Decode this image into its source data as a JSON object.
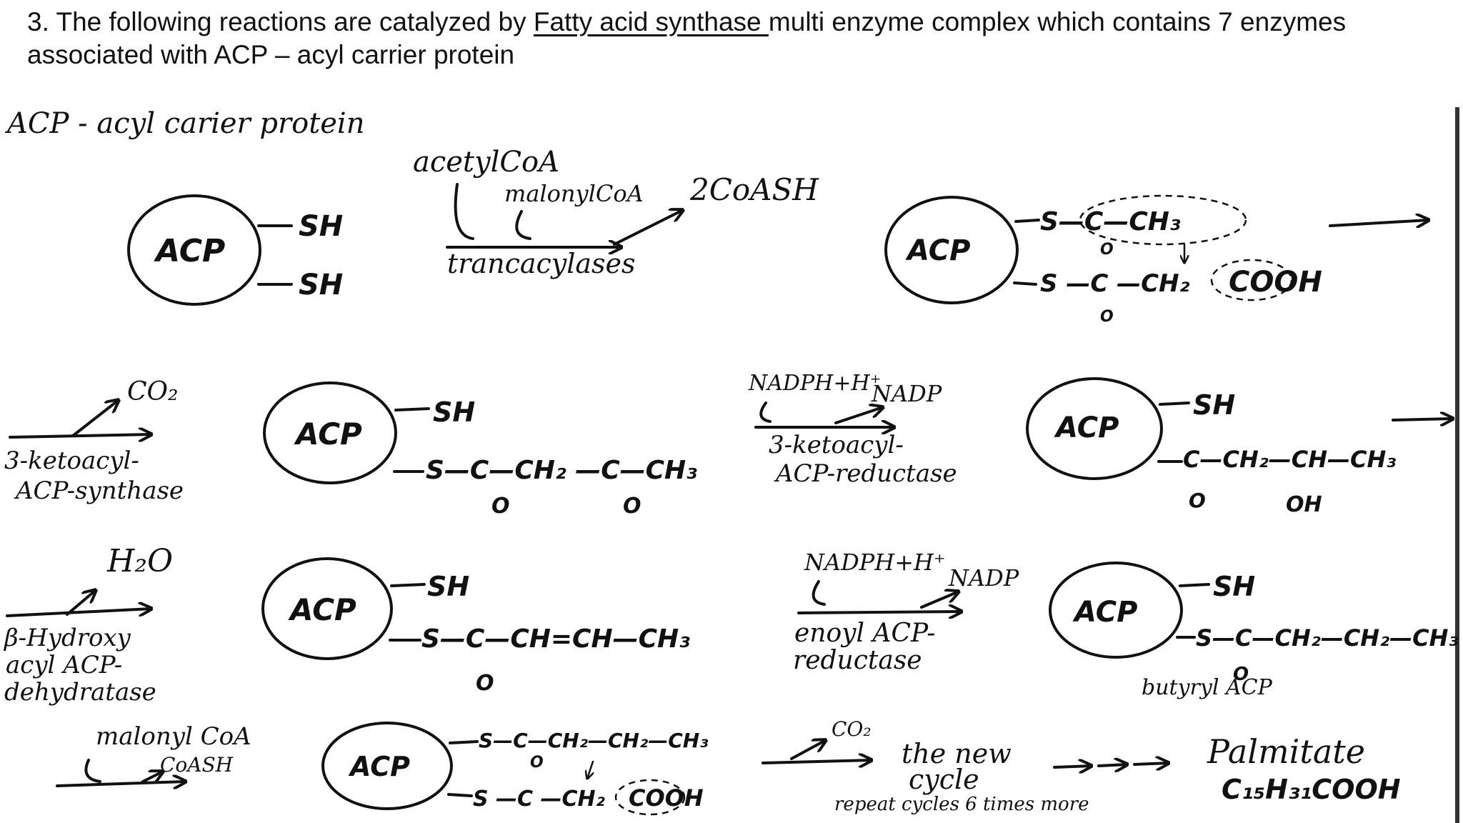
{
  "heading": {
    "prefix": "3. The following reactions are catalyzed by ",
    "link": "Fatty acid synthase ",
    "suffix": "multi enzyme complex which contains 7 enzymes",
    "line2": "associated with ACP – acyl carrier protein"
  },
  "notes": {
    "acp_title": "ACP - acyl carier protein",
    "acp": "ACP",
    "sh": "SH",
    "o": "O"
  },
  "step1": {
    "acetyl": "acetylCoA",
    "malonyl": "malonylCoA",
    "coash": "2CoASH",
    "enzyme": "trancacylases",
    "upper": "S—C—CH₃",
    "lower": "S —C —CH₂",
    "cooh": "COOH"
  },
  "step2": {
    "co2": "CO₂",
    "enzyme_line1": "3-ketoacyl-",
    "enzyme_line2": "ACP-synthase",
    "chain": "S—C—CH₂ —C—CH₃"
  },
  "step3": {
    "nadph": "NADPH+H⁺",
    "nadp": "NADP",
    "enzyme_line1": "3-ketoacyl-",
    "enzyme_line2": "ACP-reductase",
    "chain": "C—CH₂—CH—CH₃",
    "oh": "OH"
  },
  "step4": {
    "water": "H₂O",
    "enzyme_line1": "β-Hydroxy",
    "enzyme_line2": "acyl ACP-",
    "enzyme_line3": "dehydratase",
    "chain": "S—C—CH=CH—CH₃"
  },
  "step5": {
    "nadph": "NADPH+H⁺",
    "nadp": "NADP",
    "enzyme_line1": "enoyl ACP-",
    "enzyme_line2": "reductase",
    "chain": "S—C—CH₂—CH₂—CH₃",
    "product_name": "butyryl ACP"
  },
  "step6": {
    "malonyl": "malonyl CoA",
    "coash": "CoASH",
    "upper": "S—C—CH₂—CH₂—CH₃",
    "lower": "S —C —CH₂",
    "cooh": "COOH",
    "co2": "CO₂",
    "new_cycle_line1": "the new",
    "new_cycle_line2": "cycle",
    "repeat": "repeat cycles 6 times more",
    "final_name": "Palmitate",
    "final_formula": "C₁₅H₃₁COOH"
  }
}
